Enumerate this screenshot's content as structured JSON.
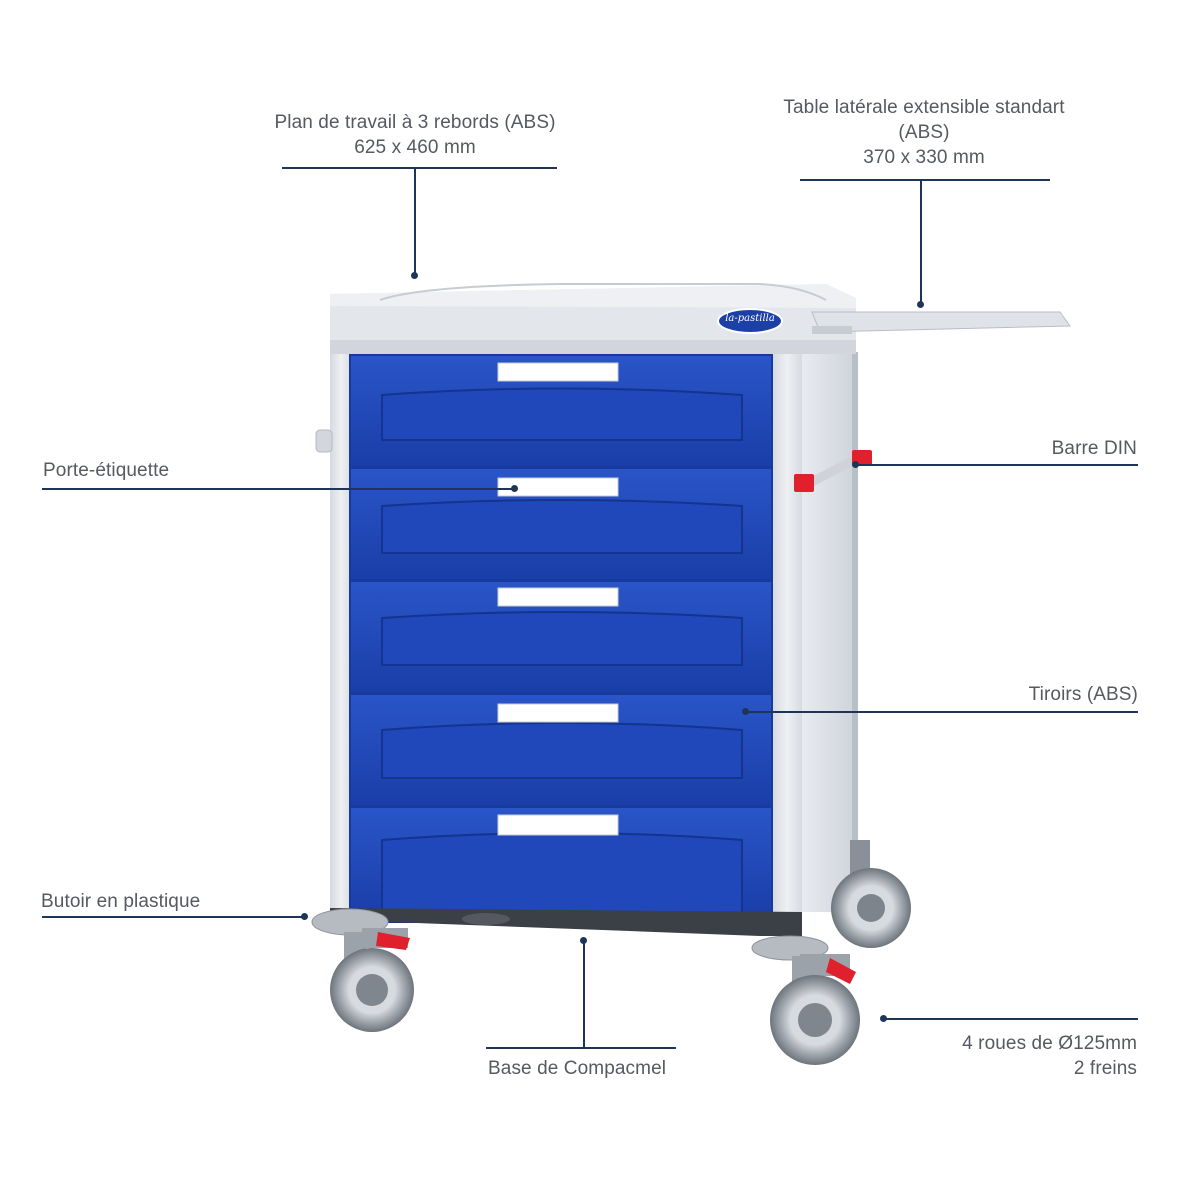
{
  "brand": {
    "logo_text": "la-pastilla"
  },
  "colors": {
    "drawer_blue": "#1f45b4",
    "frame_grey": "#e4e7ec",
    "leader_line": "#1f3558",
    "label_text": "#555a60",
    "brake_red": "#e0202c"
  },
  "callouts": {
    "worktop": {
      "line1": "Plan de travail à 3 rebords (ABS)",
      "line2": "625 x 460 mm"
    },
    "side_table": {
      "line1": "Table latérale extensible standart",
      "line2": "(ABS)",
      "line3": "370 x 330 mm"
    },
    "label_holder": {
      "text": "Porte-étiquette"
    },
    "din_rail": {
      "text": "Barre DIN"
    },
    "drawers": {
      "text": "Tiroirs (ABS)"
    },
    "bumper": {
      "text": "Butoir en plastique"
    },
    "base": {
      "text": "Base de Compacmel"
    },
    "wheels": {
      "line1": "4 roues de Ø125mm",
      "line2": "2 freins"
    }
  }
}
